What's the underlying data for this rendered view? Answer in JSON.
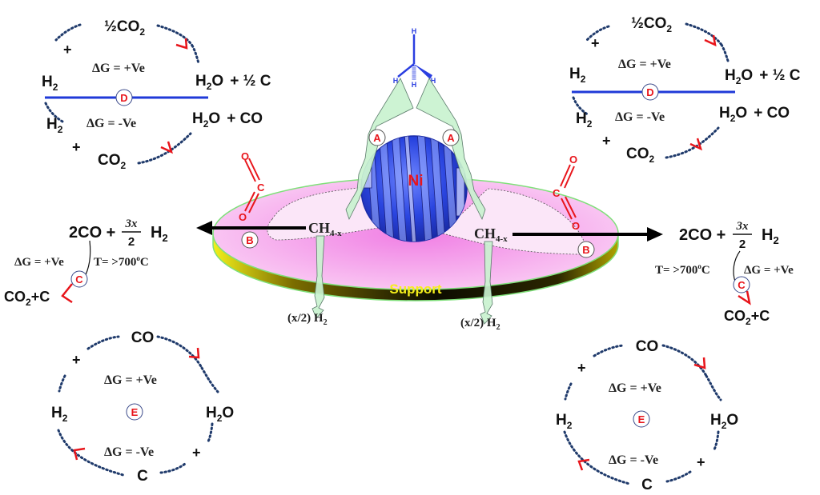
{
  "diagram": {
    "center": {
      "metal_label": "Ni",
      "support_label": "Support",
      "methane_atoms": [
        "H",
        "H",
        "H",
        "H"
      ],
      "site_A_label": "A",
      "site_B_label": "B",
      "co2_atoms": {
        "o1": "O",
        "c": "C",
        "o2": "O"
      },
      "intermediate": {
        "main": "CH",
        "sub": "4-x"
      },
      "hydrogen_release": {
        "main": "(x/2) H",
        "sub": "2"
      }
    },
    "reaction_B": {
      "lhs": "2CO +",
      "frac_num": "3x",
      "frac_den": "2",
      "rhs_main": "H",
      "rhs_sub": "2"
    },
    "reaction_C": {
      "label": "C",
      "dG": "ΔG = +Ve",
      "temp": "T= >700",
      "temp_sup": "o",
      "temp_unit": "C",
      "product_a": "CO",
      "product_sub": "2",
      "product_b": "+C"
    },
    "reaction_D": {
      "label": "D",
      "top": "½CO",
      "top_sub": "2",
      "bottom": "CO",
      "bottom_sub": "2",
      "left_top": "H",
      "left_bottom": "H",
      "sub2": "2",
      "right_top": "H",
      "right_top_tail": "O",
      "right_top_extra": "+ ½ C",
      "right_bottom": "H",
      "right_bottom_tail": "O",
      "right_bottom_extra": "+  CO",
      "plus": "+",
      "dG_pos": "ΔG = +Ve",
      "dG_neg": "ΔG = -Ve"
    },
    "reaction_E": {
      "label": "E",
      "top": "CO",
      "bottom": "C",
      "left": "H",
      "right": "H",
      "right_tail": "O",
      "sub2": "2",
      "plus": "+",
      "dG_pos": "ΔG = +Ve",
      "dG_neg": "ΔG = -Ve"
    },
    "colors": {
      "label_red": "#e8151b",
      "ni_blue": "#1f3ad8",
      "support_pink": "#f7b6ee",
      "support_edge": "#6b6300",
      "support_text": "#f5ee1b",
      "reaction_line": "#1f3ad8",
      "dots": "#1f3a6b",
      "arrow_green": "#c9f2cf"
    }
  }
}
